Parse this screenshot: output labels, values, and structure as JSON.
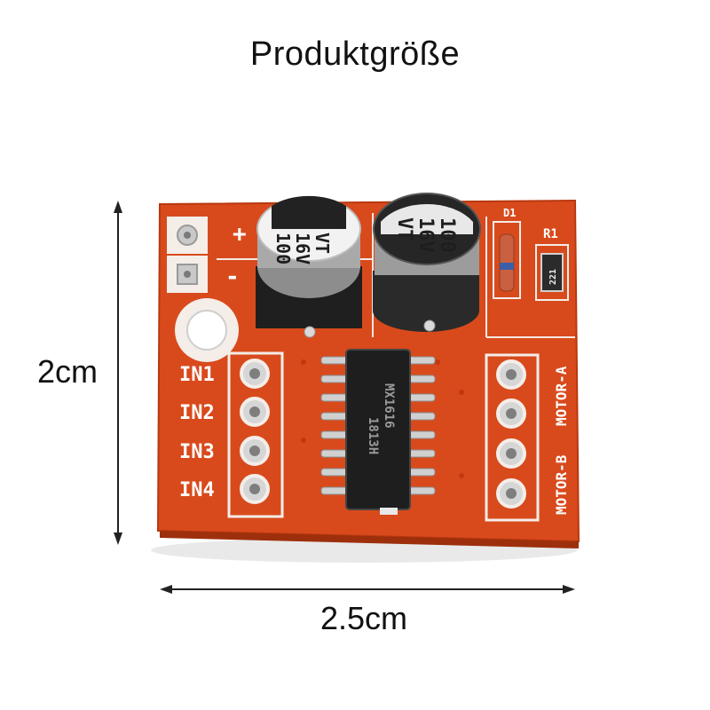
{
  "title": "Produktgröße",
  "dimensions": {
    "height_label": "2cm",
    "width_label": "2.5cm"
  },
  "board": {
    "colors": {
      "pcb": "#d84a1c",
      "pcb_edge": "#b8380f",
      "silkscreen": "#ffffff",
      "chip": "#1e1e1e",
      "capacitor": "#2a2a2a"
    },
    "input_labels": [
      "IN1",
      "IN2",
      "IN3",
      "IN4"
    ],
    "motor_labels": [
      "MOTOR-B",
      "MOTOR-A"
    ],
    "power_labels": [
      "+",
      "-"
    ],
    "component_labels": [
      "D1",
      "R1"
    ],
    "capacitors": [
      {
        "lines": [
          "100",
          "16V",
          "VT"
        ]
      },
      {
        "lines": [
          "100",
          "16V",
          "VT"
        ]
      }
    ],
    "chip_marking": [
      "MX1616",
      "1813H"
    ],
    "resistor_marking": "221"
  }
}
